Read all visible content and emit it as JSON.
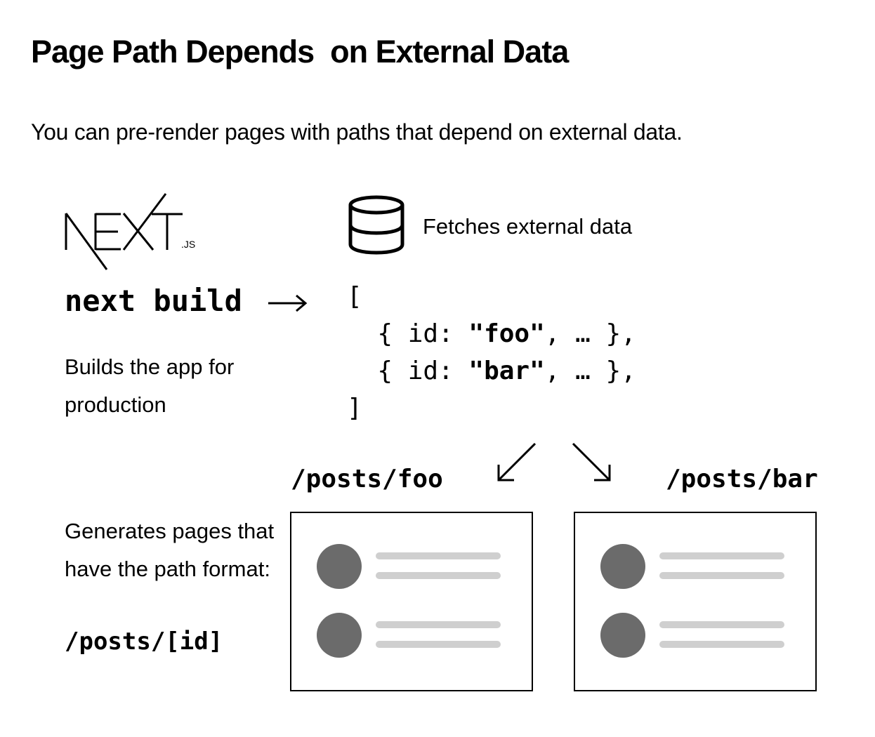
{
  "title": "Page Path Depends  on External Data",
  "subtitle": "You can pre-render pages with paths that depend on external data.",
  "logo": {
    "text": "NEXT",
    "suffix": ".JS"
  },
  "build": {
    "command": "next build",
    "description": "Builds the app for production"
  },
  "fetch": {
    "icon": "database-icon",
    "label": "Fetches external data"
  },
  "code": {
    "open": "[",
    "items": [
      {
        "prefix": "  { id: ",
        "value": "\"foo\"",
        "suffix": ", … },"
      },
      {
        "prefix": "  { id: ",
        "value": "\"bar\"",
        "suffix": ", … },"
      }
    ],
    "close": "]"
  },
  "generate": {
    "description": "Generates pages that have the path format:",
    "path_format": "/posts/[id]"
  },
  "pages": [
    {
      "path": "/posts/foo"
    },
    {
      "path": "/posts/bar"
    }
  ],
  "colors": {
    "avatar": "#6b6b6b",
    "line": "#cfcfcf",
    "border": "#000000"
  }
}
